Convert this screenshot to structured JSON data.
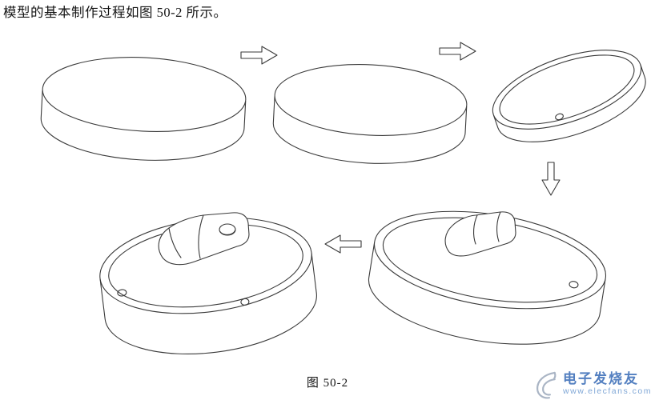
{
  "page": {
    "intro_text": "模型的基本制作过程如图 50-2 所示。",
    "figure_caption": "图 50-2"
  },
  "figure": {
    "type": "process-diagram",
    "stroke_color": "#3a3a3a",
    "steps": [
      {
        "name": "disc-blank"
      },
      {
        "name": "disc-trimmed"
      },
      {
        "name": "disc-filleted-with-rim-hole"
      },
      {
        "name": "disc-with-block-feature"
      },
      {
        "name": "disc-with-detailed-block-and-holes"
      }
    ],
    "arrows": [
      "right",
      "right",
      "down",
      "left"
    ]
  },
  "watermark": {
    "brand": "电子发烧友",
    "url": "www.elecfans.com",
    "brand_color": "#4a79bd",
    "url_color": "#7aa3d4",
    "logo": "swirl-flame-icon"
  }
}
